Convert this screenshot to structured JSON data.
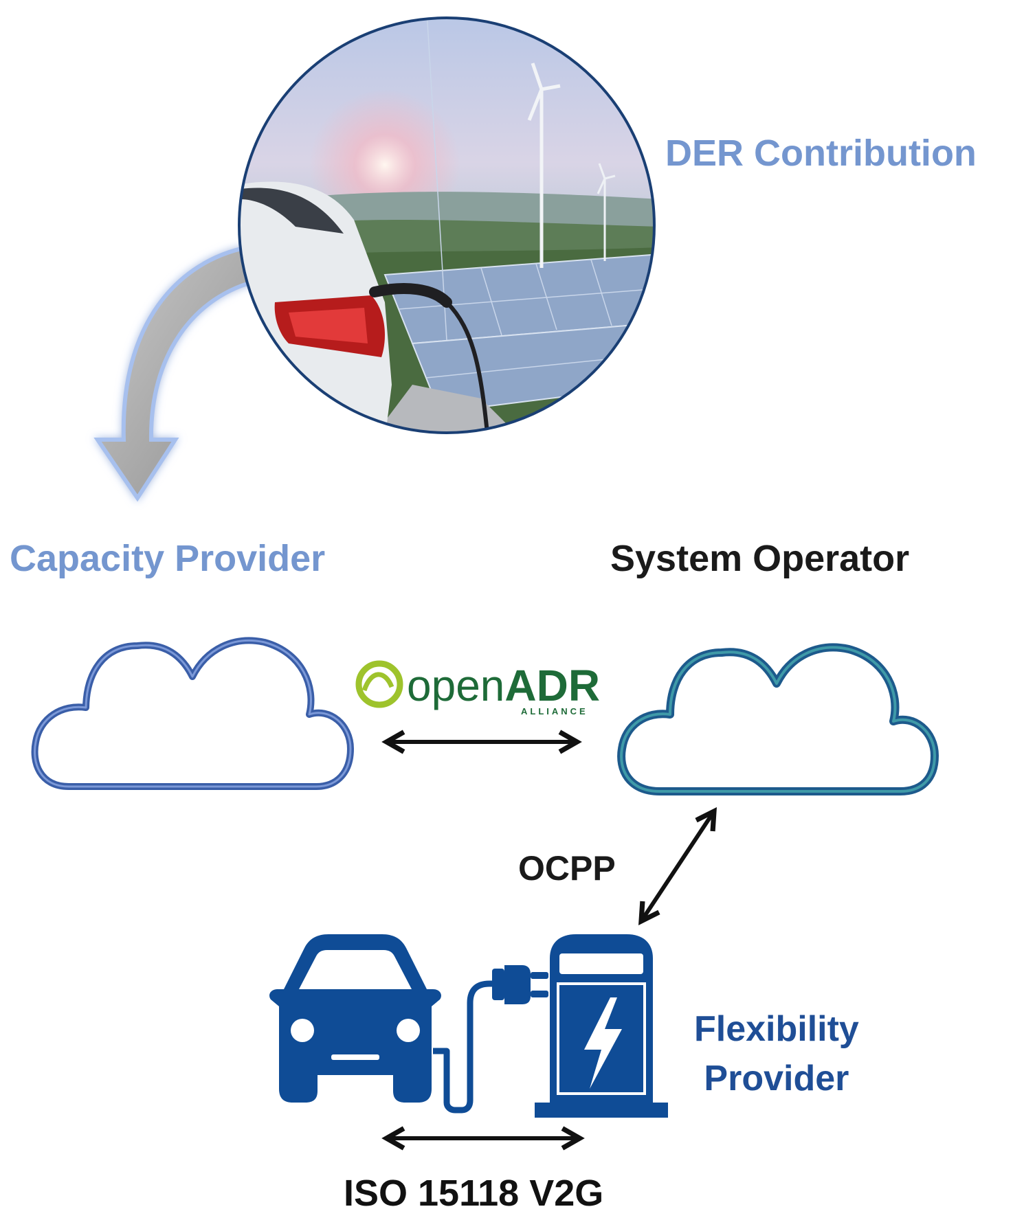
{
  "labels": {
    "der_contribution": "DER Contribution",
    "capacity_provider": "Capacity Provider",
    "system_operator": "System Operator",
    "flexibility_provider_line1": "Flexibility",
    "flexibility_provider_line2": "Provider",
    "ocpp": "OCPP",
    "iso": "ISO 15118 V2G"
  },
  "logo": {
    "open": "open",
    "adr": "ADR",
    "alliance": "ALLIANCE"
  },
  "colors": {
    "accent_light_blue": "#7496cf",
    "dark_blue": "#1f4e96",
    "icon_blue": "#0f4c96",
    "openadr_green": "#1e6b38",
    "openadr_lime": "#9ec32c"
  },
  "icons": [
    "der-photo-circle",
    "curved-arrow-icon",
    "cloud-icon",
    "double-arrow-icon",
    "car-icon",
    "charging-station-icon",
    "plug-icon"
  ]
}
